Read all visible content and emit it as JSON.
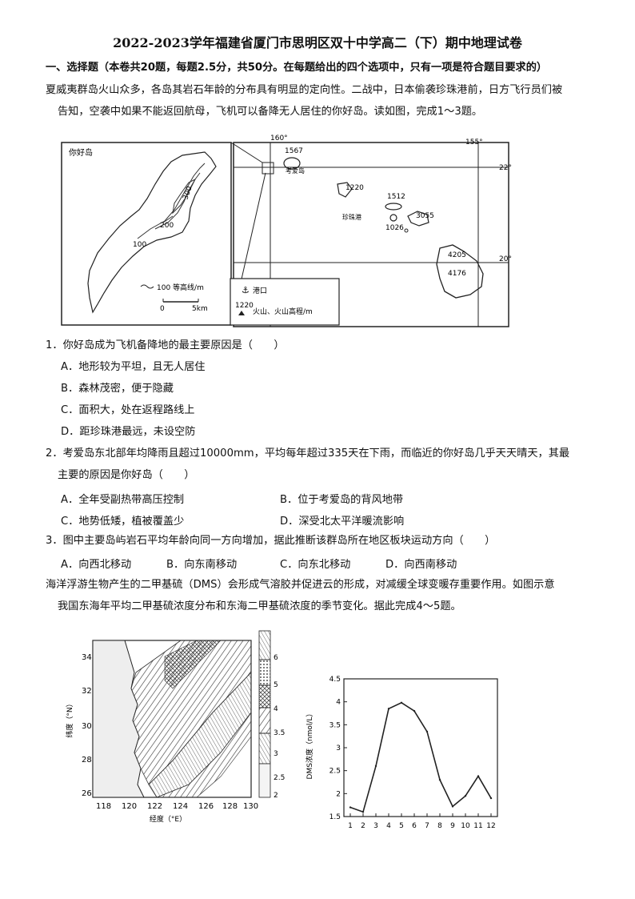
{
  "title": "2022-2023学年福建省厦门市思明区双十中学高二（下）期中地理试卷",
  "section": "一、选择题（本卷共20题，每题2.5分，共50分。在每题给出的四个选项中，只有一项是符合题目要求的）",
  "intro1": {
    "line1": "夏威夷群岛火山众多，各岛其岩石年龄的分布具有明显的定向性。二战中，日本偷袭珍珠港前，日方飞行员们被",
    "line2": "告知，空袭中如果不能返回航母，飞机可以备降无人居住的你好岛。读如图，完成1～3题。"
  },
  "map1": {
    "island_label": "你好岛",
    "contours": [
      "100",
      "200",
      "300"
    ],
    "legend_contour": "100  等高线/m",
    "scale_zero": "0",
    "scale_km": "5km",
    "lon_160": "160°",
    "lon_155": "155°",
    "lat_22": "22°",
    "lat_20": "20°",
    "kauai_height": "1567",
    "kauai_name": "考爱岛",
    "oahu_height": "1220",
    "harbor_name": "珍珠港",
    "molokai_height": "1512",
    "maui_height": "3055",
    "lanai_height": "1026",
    "hawaii_h1": "4205",
    "hawaii_h2": "4176",
    "legend_port": "港口",
    "legend_volcano_num": "1220",
    "legend_volcano": "火山、火山高程/m"
  },
  "q1": {
    "stem": "1．你好岛成为飞机备降地的最主要原因是（　　）",
    "A": "A．地形较为平坦，且无人居住",
    "B": "B．森林茂密，便于隐藏",
    "C": "C．面积大，处在返程路线上",
    "D": "D．距珍珠港最远，未设空防"
  },
  "q2": {
    "stem1": "2．考爱岛东北部年均降雨且超过10000mm，平均每年超过335天在下雨，而临近的你好岛几乎天天晴天，其最",
    "stem2": "主要的原因是你好岛（　　）",
    "A": "A．全年受副热带高压控制",
    "B": "B．位于考爱岛的背风地带",
    "C": "C．地势低矮，植被覆盖少",
    "D": "D．深受北太平洋暖流影响"
  },
  "q3": {
    "stem": "3．图中主要岛屿岩石平均年龄向同一方向增加，据此推断该群岛所在地区板块运动方向（　　）",
    "A": "A．向西北移动",
    "B": "B．向东南移动",
    "C": "C．向东北移动",
    "D": "D．向西南移动"
  },
  "intro2": {
    "line1": "海洋浮游生物产生的二甲基硫（DMS）会形成气溶胶并促进云的形成，对减缓全球变暖存重要作用。如图示意",
    "line2": "我国东海年平均二甲基硫浓度分布和东海二甲基硫浓度的季节变化。据此完成4～5题。"
  },
  "map2": {
    "ylabel": "纬度（°N）",
    "xlabel": "经度（°E）",
    "lat_ticks": [
      "34",
      "32",
      "30",
      "28",
      "26"
    ],
    "lon_ticks": [
      "118",
      "120",
      "122",
      "124",
      "126",
      "128",
      "130"
    ],
    "legend_ticks": [
      "6",
      "5",
      "4",
      "3.5",
      "3",
      "2.5",
      "2"
    ]
  },
  "chart_data": {
    "type": "line",
    "x": [
      1,
      2,
      3,
      4,
      5,
      6,
      7,
      8,
      9,
      10,
      11,
      12
    ],
    "values": [
      1.7,
      1.6,
      2.6,
      3.85,
      3.98,
      3.8,
      3.35,
      2.3,
      1.72,
      1.95,
      2.38,
      1.9
    ],
    "xlabel": "",
    "ylabel": "DMS浓度（nmol/L）",
    "ylim": [
      1.5,
      4.5
    ],
    "yticks": [
      "1.5",
      "2",
      "2.5",
      "3",
      "3.5",
      "4",
      "4.5"
    ],
    "xticks": [
      "1",
      "2",
      "3",
      "4",
      "5",
      "6",
      "7",
      "8",
      "9",
      "10",
      "11",
      "12"
    ],
    "grid": false
  }
}
